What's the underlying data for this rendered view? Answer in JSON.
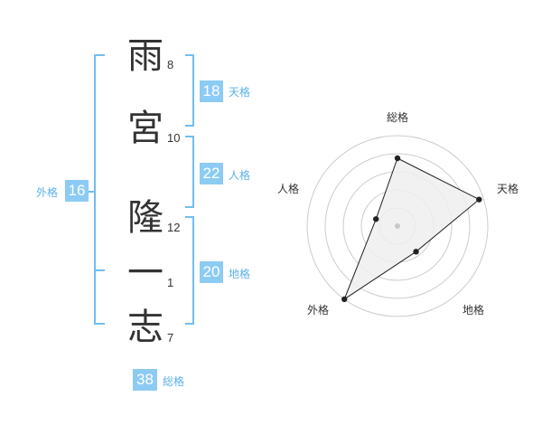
{
  "name": {
    "chars": [
      "雨",
      "宮",
      "隆",
      "一",
      "志"
    ],
    "strokes": [
      "8",
      "10",
      "12",
      "1",
      "7"
    ]
  },
  "fortune": {
    "tenkaku": {
      "label": "天格",
      "value": "18"
    },
    "jinkaku": {
      "label": "人格",
      "value": "22"
    },
    "chikaku": {
      "label": "地格",
      "value": "20"
    },
    "gaikaku": {
      "label": "外格",
      "value": "16"
    },
    "soukaku": {
      "label": "総格",
      "value": "38"
    }
  },
  "radar": {
    "axes": [
      "総格",
      "天格",
      "地格",
      "外格",
      "人格"
    ],
    "scores": [
      0.75,
      0.95,
      0.35,
      1.0,
      0.25
    ]
  },
  "colors": {
    "accent": "#8ccbf3",
    "label": "#5bb2ea",
    "bracket": "#72bdf0",
    "grid": "#cccccc",
    "fill": "#efefef"
  }
}
